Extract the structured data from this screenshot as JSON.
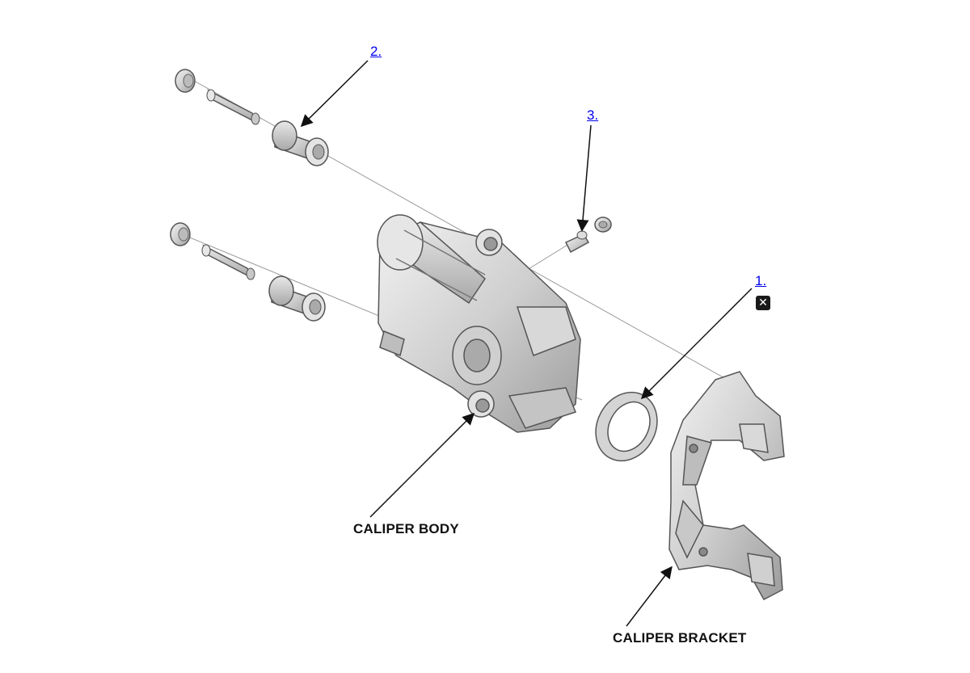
{
  "callouts": [
    {
      "id": "1",
      "label": "1."
    },
    {
      "id": "2",
      "label": "2."
    },
    {
      "id": "3",
      "label": "3."
    }
  ],
  "captions": {
    "caliper_body": "CALIPER BODY",
    "caliper_bracket": "CALIPER BRACKET"
  },
  "icons": {
    "close": "close-icon"
  },
  "colors": {
    "link": "#0000ee",
    "part_fill": "#d6d6d6",
    "part_stroke": "#555555",
    "text": "#111111"
  }
}
